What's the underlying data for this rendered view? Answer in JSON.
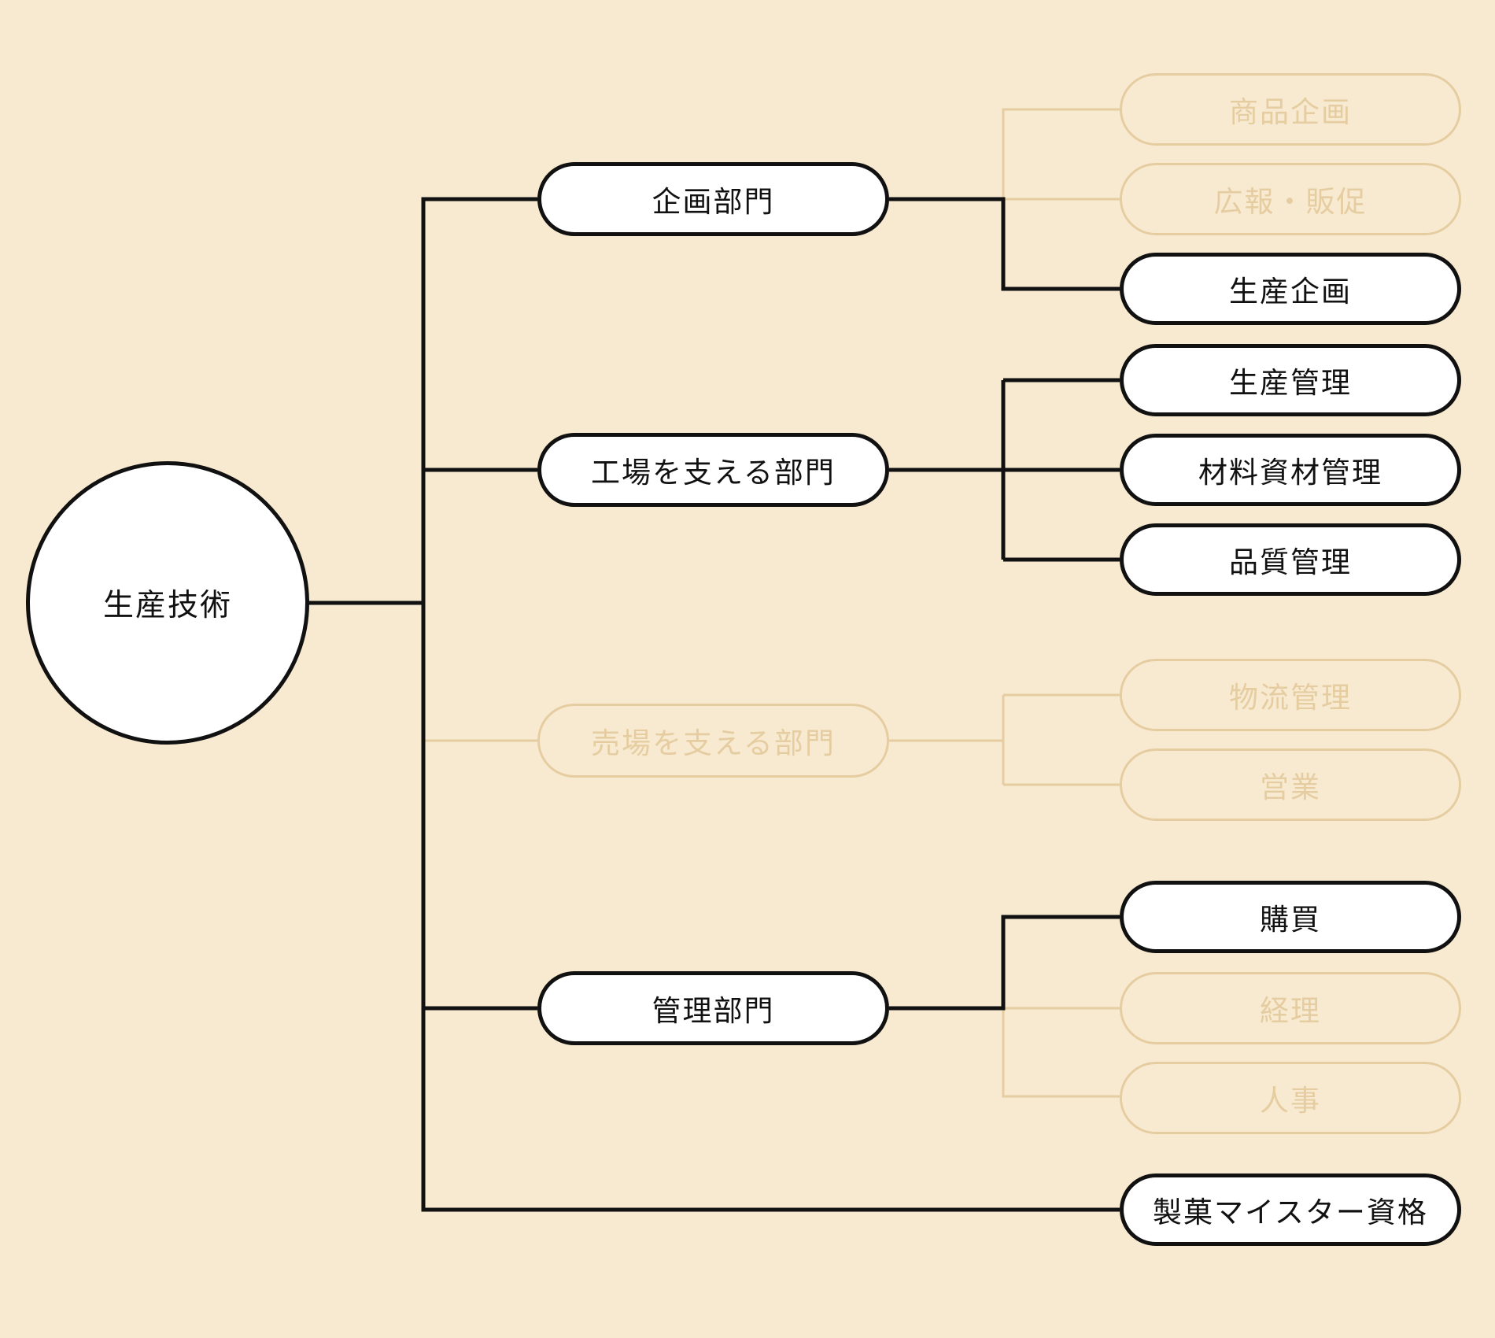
{
  "colors": {
    "background": "#f8ead0",
    "active_stroke": "#111111",
    "inactive_stroke": "#e5cda1",
    "node_fill": "#ffffff"
  },
  "diagram": {
    "root": {
      "label": "生産技術",
      "state": "active"
    },
    "branches": [
      {
        "label": "企画部門",
        "state": "active",
        "children": [
          {
            "label": "商品企画",
            "state": "inactive"
          },
          {
            "label": "広報・販促",
            "state": "inactive"
          },
          {
            "label": "生産企画",
            "state": "active"
          }
        ]
      },
      {
        "label": "工場を支える部門",
        "state": "active",
        "children": [
          {
            "label": "生産管理",
            "state": "active"
          },
          {
            "label": "材料資材管理",
            "state": "active"
          },
          {
            "label": "品質管理",
            "state": "active"
          }
        ]
      },
      {
        "label": "売場を支える部門",
        "state": "inactive",
        "children": [
          {
            "label": "物流管理",
            "state": "inactive"
          },
          {
            "label": "営業",
            "state": "inactive"
          }
        ]
      },
      {
        "label": "管理部門",
        "state": "active",
        "children": [
          {
            "label": "購買",
            "state": "active"
          },
          {
            "label": "経理",
            "state": "inactive"
          },
          {
            "label": "人事",
            "state": "inactive"
          }
        ]
      },
      {
        "label": "製菓マイスター資格",
        "state": "active",
        "children": []
      }
    ]
  }
}
